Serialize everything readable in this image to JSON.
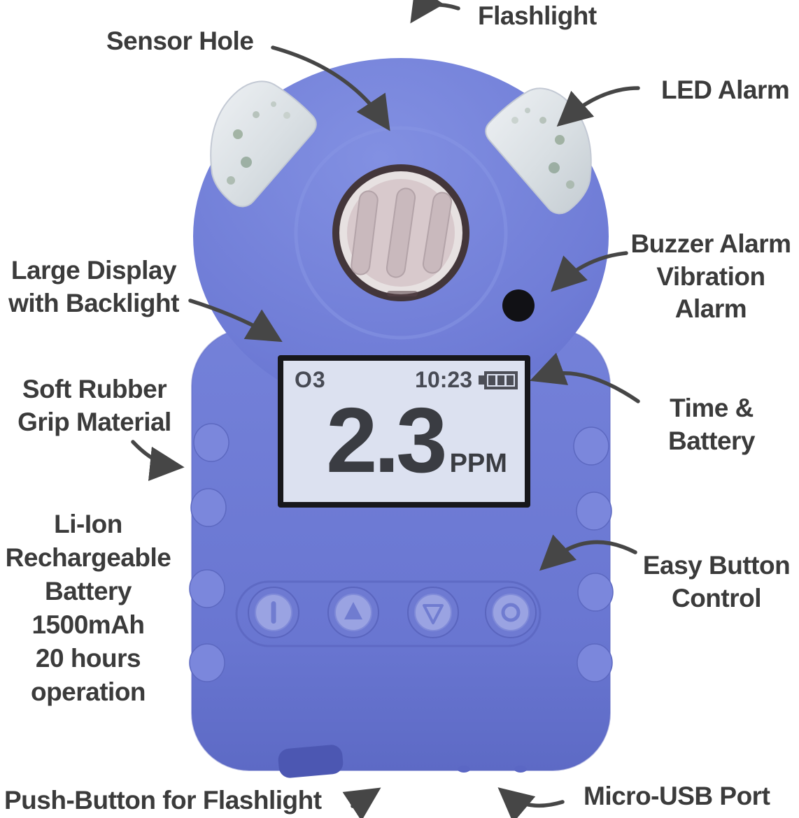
{
  "title": "Portable gas detector annotated product diagram",
  "annotations": {
    "flashlight": "Flashlight",
    "sensor_hole": "Sensor Hole",
    "led_alarm": "LED Alarm",
    "buzzer": "Buzzer Alarm\nVibration\nAlarm",
    "large_display": "Large Display\nwith Backlight",
    "soft_rubber": "Soft Rubber\nGrip Material",
    "battery_info": "Li-Ion\nRechargeable\nBattery\n1500mAh\n20 hours\noperation",
    "time_battery": "Time &\nBattery",
    "easy_button": "Easy Button\nControl",
    "push_button": "Push-Button for Flashlight",
    "micro_usb": "Micro-USB Port"
  },
  "display": {
    "gas": "O3",
    "time": "10:23",
    "battery_icon": "battery-3-bars",
    "value": "2.3",
    "unit": "PPM"
  },
  "device": {
    "buttons": [
      "power",
      "up",
      "down",
      "circle"
    ],
    "features": [
      "flashlight-lens-left",
      "led-lens-right",
      "sensor-hole",
      "buzzer-hole",
      "flashlight-push-tab"
    ]
  },
  "colors": {
    "body_blue": "#6b77d3",
    "body_shadow": "#5f6cc7",
    "display_bg": "#dce1f0",
    "display_border": "#17171b",
    "display_text": "#3a3c42",
    "label_text": "#3b3b3b",
    "arrow": "#464646",
    "sensor_ring": "#43363a",
    "sensor_face": "#d8c9cc",
    "buzzer_dot": "#111115"
  }
}
